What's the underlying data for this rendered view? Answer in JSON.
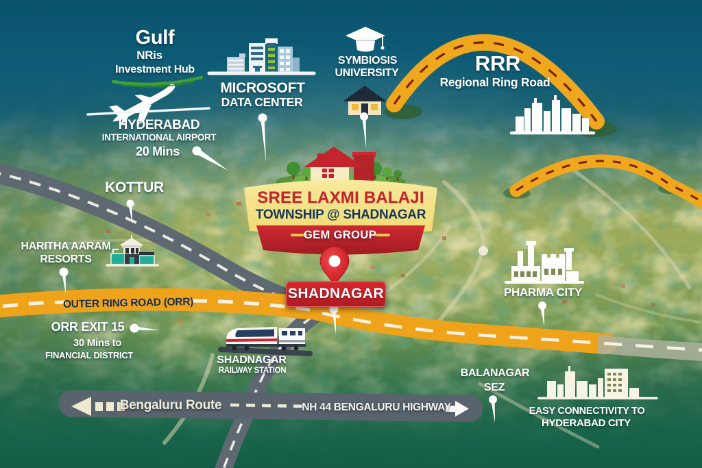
{
  "banner": {
    "title": "SREE LAXMI BALAJI",
    "subtitle": "TOWNSHIP @ SHADNAGAR",
    "ribbon": "GEM GROUP"
  },
  "location_pin_label": "SHADNAGAR",
  "landmarks": {
    "gulf": {
      "line1": "Gulf",
      "line2": "NRis",
      "line3": "Investment Hub"
    },
    "airport": {
      "line1": "HYDERABAD",
      "line2": "INTERNATIONAL AIRPORT",
      "line3": "20 Mins"
    },
    "microsoft": {
      "line1": "MICROSOFT",
      "line2": "DATA CENTER"
    },
    "symbiosis": {
      "line1": "SYMBIOSIS",
      "line2": "UNIVERSITY"
    },
    "rrr": {
      "line1": "RRR",
      "line2": "Regional Ring Road"
    },
    "kottur": {
      "line1": "KOTTUR"
    },
    "haritha": {
      "line1": "HARITHA AARAM",
      "line2": "RESORTS"
    },
    "orr_exit": {
      "line1": "ORR EXIT 15",
      "line2": "30 Mins to",
      "line3": "FINANCIAL DISTRICT"
    },
    "railway": {
      "line1": "SHADNAGAR",
      "line2": "RAILWAY STATION"
    },
    "pharma": {
      "line1": "PHARMA CITY"
    },
    "balanagar": {
      "line1": "BALANAGAR",
      "line2": "SEZ"
    },
    "hyderabad": {
      "line1": "EASY CONNECTIVITY TO",
      "line2": "HYDERABAD CITY"
    }
  },
  "roads": {
    "orr": "OUTER RING ROAD (ORR)",
    "bengaluru_route": "Bengaluru Route",
    "nh44": "NH 44 BENGALURU HIGHWAY"
  },
  "icons": [
    "airplane-icon",
    "office-buildings-icon",
    "graduation-cap-icon",
    "school-house-icon",
    "city-skyline-icon",
    "resort-icon",
    "township-house-icon",
    "location-pin-icon",
    "train-icon",
    "factory-icon",
    "hyderabad-skyline-icon",
    "marker-pin-icon",
    "left-arrow-icon",
    "right-arrow-icon"
  ],
  "colors": {
    "highway_yellow": "#F0A51C",
    "road_grey": "#5C666F",
    "banner_yellow": "#F6E48B",
    "brand_red": "#C1272D",
    "navy_text": "#17365C",
    "pin_red": "#DD2028",
    "resort_teal": "#23AE9A",
    "accent_green": "#8DC63F",
    "sky_teal": "#0F5E78",
    "cream": "#EFE9D4",
    "dash_red": "#7B2012"
  }
}
